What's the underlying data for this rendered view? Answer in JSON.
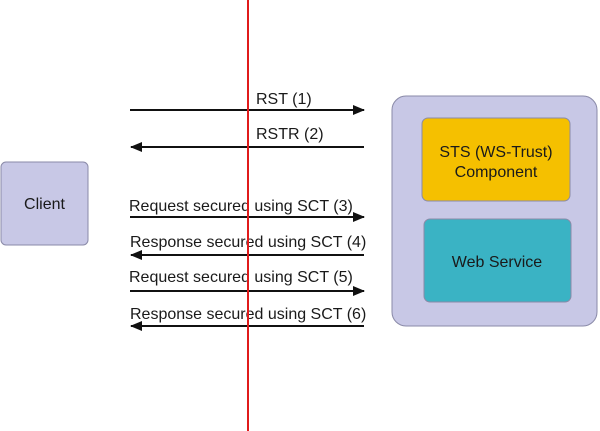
{
  "client": {
    "label": "Client"
  },
  "server": {
    "sts_line1": "STS (WS-Trust)",
    "sts_line2": "Component",
    "web_service": "Web Service"
  },
  "messages": [
    {
      "label": "RST (1)",
      "direction": "right"
    },
    {
      "label": "RSTR (2)",
      "direction": "left"
    },
    {
      "label": "Request secured using SCT (3)",
      "direction": "right"
    },
    {
      "label": "Response secured using SCT (4)",
      "direction": "left"
    },
    {
      "label": "Request secured using SCT (5)",
      "direction": "right"
    },
    {
      "label": "Response secured using SCT (6)",
      "direction": "left"
    }
  ],
  "colors": {
    "client_fill": "#c8c8e6",
    "server_fill": "#c8c8e6",
    "sts_fill": "#f5c000",
    "web_service_fill": "#3ab3c4",
    "divider": "#e01b1b",
    "arrow": "#111111"
  }
}
